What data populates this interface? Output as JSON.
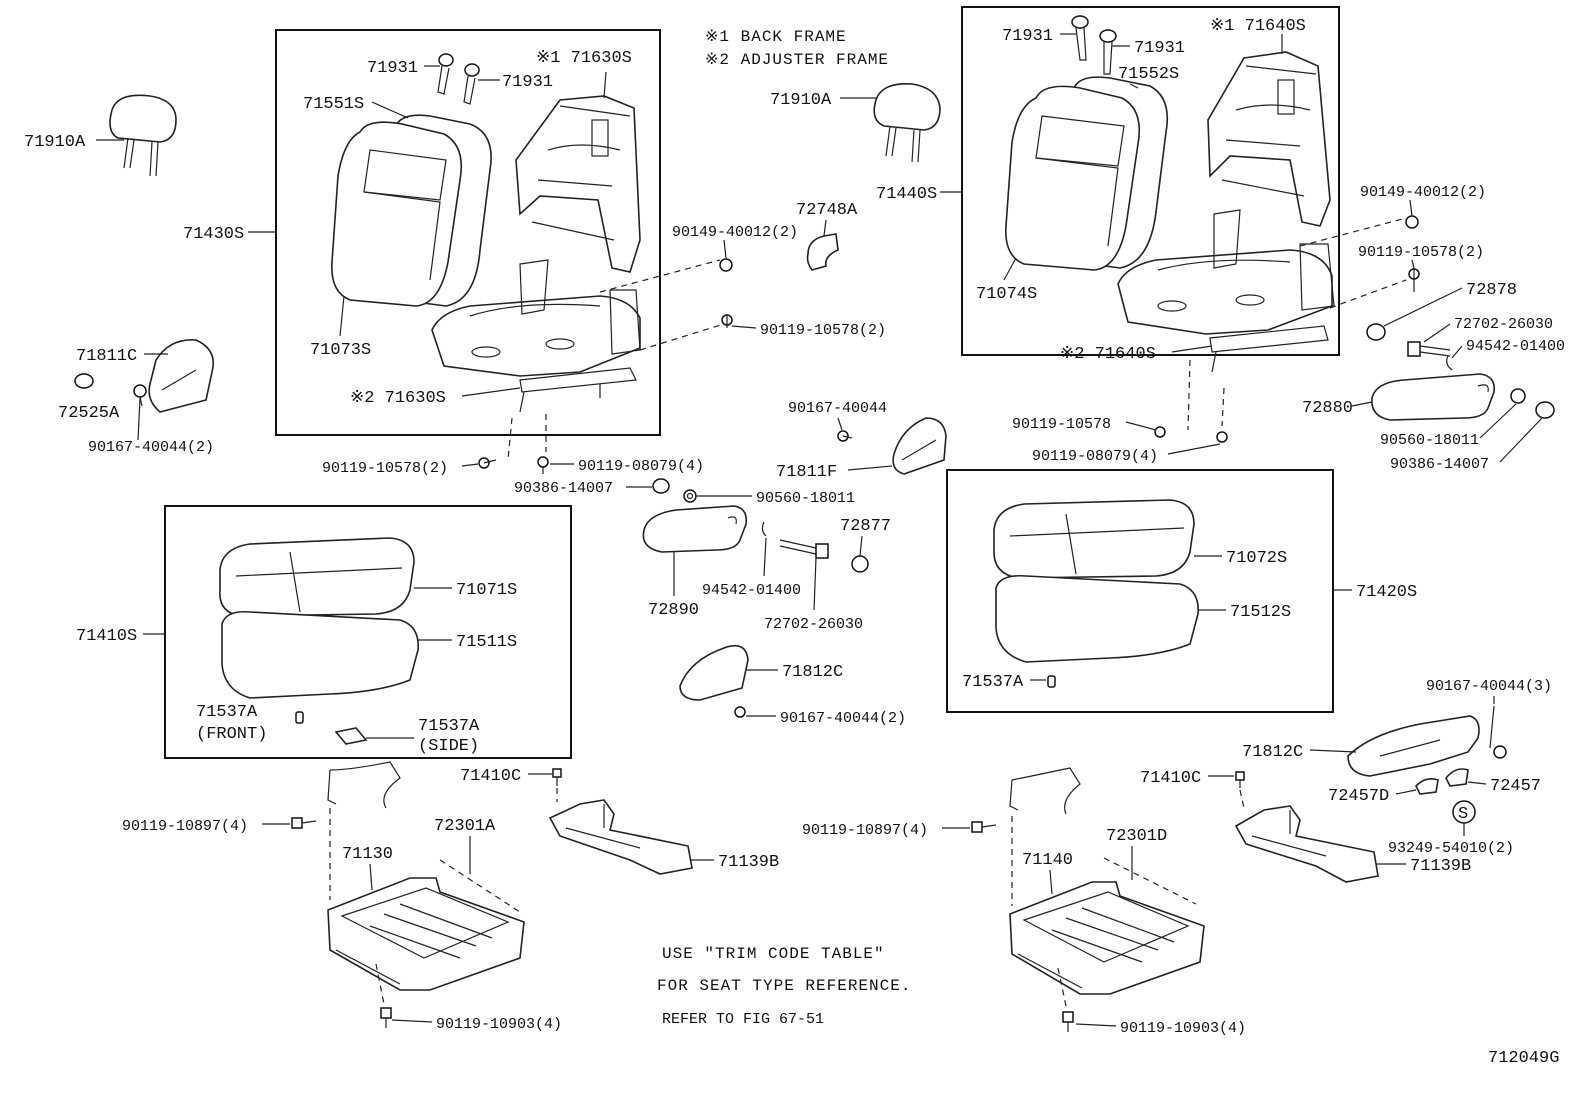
{
  "notes": {
    "n1": "※1  BACK FRAME",
    "n2": "※2  ADJUSTER FRAME",
    "use1": "USE \"TRIM CODE TABLE\"",
    "use2": "FOR SEAT TYPE REFERENCE.",
    "refer": "REFER TO FIG 67-51",
    "fig": "712049G"
  },
  "labels": {
    "l71910A_1": "71910A",
    "l71430S": "71430S",
    "l71931_a": "71931",
    "l71931_b": "71931",
    "l71630S_1": "※1 71630S",
    "l71551S": "71551S",
    "l71073S": "71073S",
    "l71630S_2": "※2 71630S",
    "l71811C": "71811C",
    "l72525A": "72525A",
    "l90167_40044_2a": "90167-40044(2)",
    "l90119_10578_2a": "90119-10578(2)",
    "l90119_08079_4a": "90119-08079(4)",
    "l90386_14007a": "90386-14007",
    "l90560_18011a": "90560-18011",
    "l72748A": "72748A",
    "l90149_40012_2a": "90149-40012(2)",
    "l90119_10578_2b": "90119-10578(2)",
    "l71910A_2": "71910A",
    "l71440S": "71440S",
    "l71931_c": "71931",
    "l71931_d": "71931",
    "l71552S": "71552S",
    "l71640S_1": "※1 71640S",
    "l71074S": "71074S",
    "l71640S_2": "※2 71640S",
    "l90149_40012_2b": "90149-40012(2)",
    "l90119_10578_2c": "90119-10578(2)",
    "l72878": "72878",
    "l72702_26030a": "72702-26030",
    "l94542_01400a": "94542-01400",
    "l72880": "72880",
    "l90560_18011b": "90560-18011",
    "l90386_14007b": "90386-14007",
    "l90119_10578": "90119-10578",
    "l90119_08079_4b": "90119-08079(4)",
    "l90167_40044": "90167-40044",
    "l71811F": "71811F",
    "l72877": "72877",
    "l72890": "72890",
    "l94542_01400b": "94542-01400",
    "l72702_26030b": "72702-26030",
    "l71812C_1": "71812C",
    "l90167_40044_2b": "90167-40044(2)",
    "l71410S": "71410S",
    "l71071S": "71071S",
    "l71511S": "71511S",
    "l71537A_front": "71537A",
    "l_front": "(FRONT)",
    "l71537A_side": "71537A",
    "l_side": "(SIDE)",
    "l71420S": "71420S",
    "l71072S": "71072S",
    "l71512S": "71512S",
    "l71537A_r": "71537A",
    "l90167_40044_3": "90167-40044(3)",
    "l71812C_2": "71812C",
    "l72457": "72457",
    "l72457D": "72457D",
    "l93249_54010_2": "93249-54010(2)",
    "l71410C_1": "71410C",
    "l71410C_2": "71410C",
    "l90119_10897_4a": "90119-10897(4)",
    "l90119_10897_4b": "90119-10897(4)",
    "l72301A": "72301A",
    "l72301D": "72301D",
    "l71130": "71130",
    "l71140": "71140",
    "l71139B_1": "71139B",
    "l71139B_2": "71139B",
    "l90119_10903_4a": "90119-10903(4)",
    "l90119_10903_4b": "90119-10903(4)",
    "s_mark": "S"
  }
}
